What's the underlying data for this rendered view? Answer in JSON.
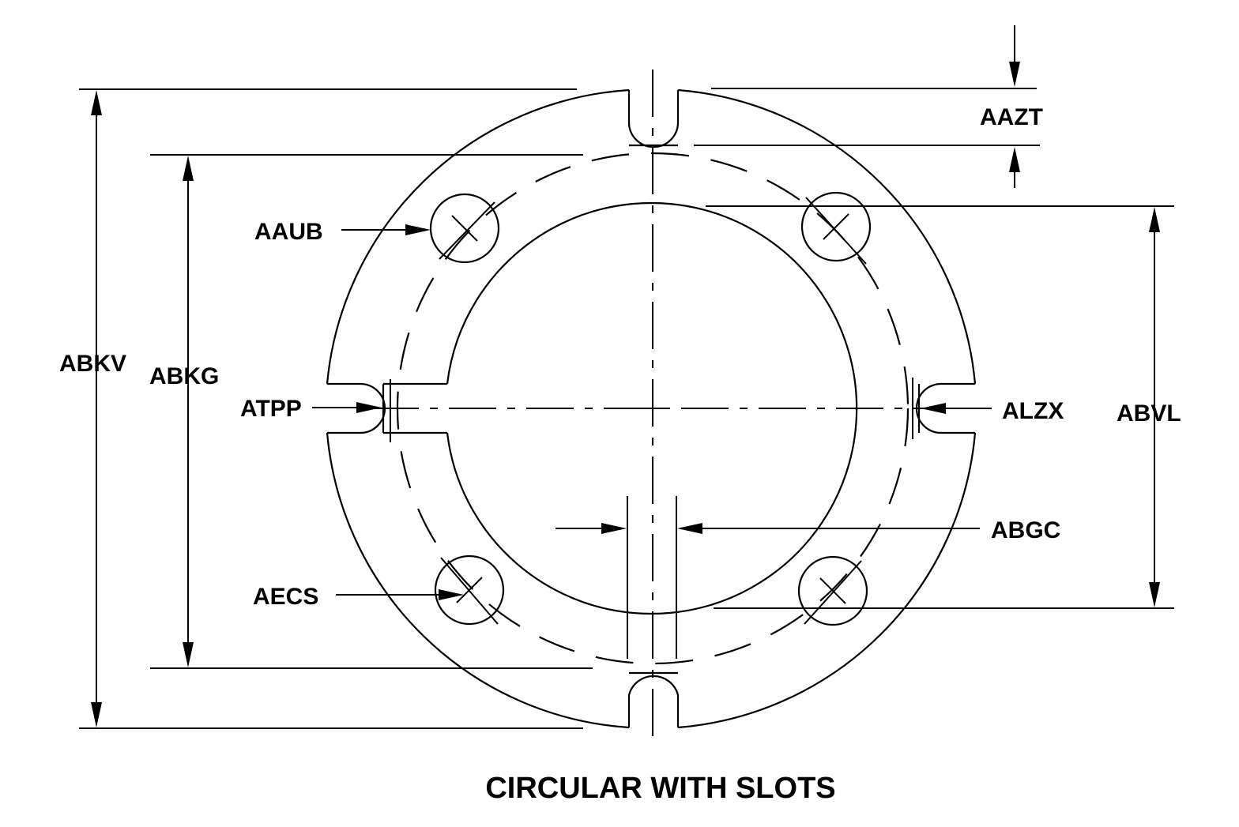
{
  "title": "CIRCULAR WITH SLOTS",
  "labels": {
    "aazt": "AAZT",
    "aaub": "AAUB",
    "abkv": "ABKV",
    "abkg": "ABKG",
    "atpp": "ATPP",
    "alzx": "ALZX",
    "abvl": "ABVL",
    "abgc": "ABGC",
    "aecs": "AECS"
  }
}
